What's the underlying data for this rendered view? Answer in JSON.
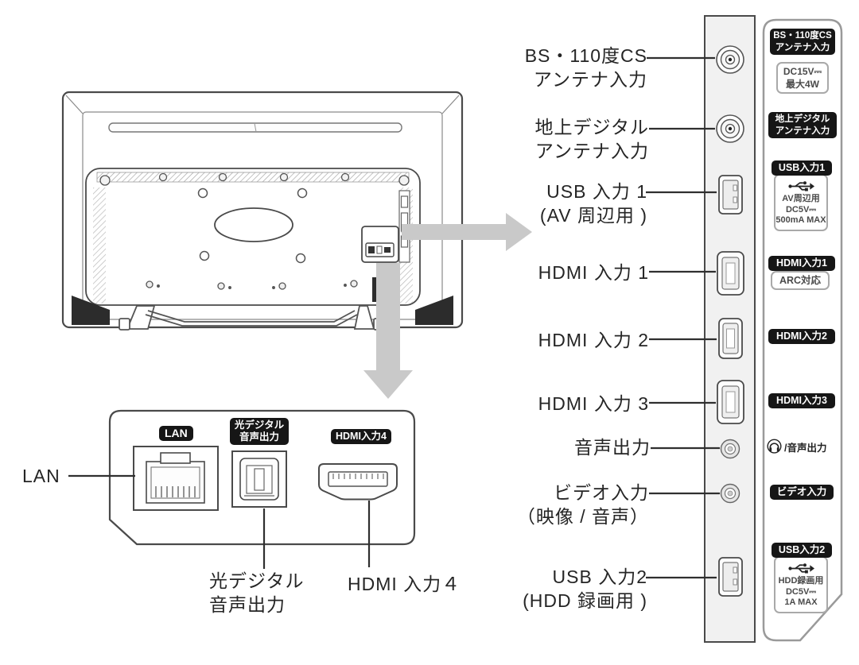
{
  "callouts": {
    "bs": {
      "line1": "BS・110度CS",
      "line2": "アンテナ入力"
    },
    "chijou": {
      "line1": "地上デジタル",
      "line2": "アンテナ入力"
    },
    "usb1": {
      "line1": "USB 入力 1",
      "line2": "(AV 周辺用 )"
    },
    "hdmi1": {
      "line1": "HDMI 入力 1"
    },
    "hdmi2": {
      "line1": "HDMI 入力 2"
    },
    "hdmi3": {
      "line1": "HDMI 入力 3"
    },
    "audio_out": {
      "line1": "音声出力"
    },
    "video_in": {
      "line1": "ビデオ入力",
      "line2": "（映像 / 音声）"
    },
    "usb2": {
      "line1": "USB 入力2",
      "line2": "(HDD 録画用 )"
    }
  },
  "detail": {
    "lan_badge": "LAN",
    "optical_badge1": "光デジタル",
    "optical_badge2": "音声出力",
    "hdmi4_badge": "HDMI入力4",
    "lan_label": "LAN",
    "optical_label1": "光デジタル",
    "optical_label2": "音声出力",
    "hdmi4_label": "HDMI 入力４"
  },
  "side": {
    "bs_badge1": "BS・110度CS",
    "bs_badge2": "アンテナ入力",
    "bs_spec1": "DC15V⎓",
    "bs_spec2": "最大4W",
    "chijou_badge1": "地上デジタル",
    "chijou_badge2": "アンテナ入力",
    "usb1_badge": "USB入力1",
    "usb1_spec1": "AV周辺用",
    "usb1_spec2": "DC5V⎓",
    "usb1_spec3": "500mA MAX",
    "hdmi1_badge": "HDMI入力1",
    "hdmi1_note": "ARC対応",
    "hdmi2_badge": "HDMI入力2",
    "hdmi3_badge": "HDMI入力3",
    "audio_label": "/音声出力",
    "video_badge": "ビデオ入力",
    "usb2_badge": "USB入力2",
    "usb2_spec1": "HDD録画用",
    "usb2_spec2": "DC5V⎓",
    "usb2_spec3": "1A MAX"
  },
  "colors": {
    "line": "#3f3f3f",
    "badge_bg": "#161616",
    "arrow": "#c9c9c9",
    "strip_fill": "#f1f1f1",
    "panel_border": "#9a9a9a"
  }
}
